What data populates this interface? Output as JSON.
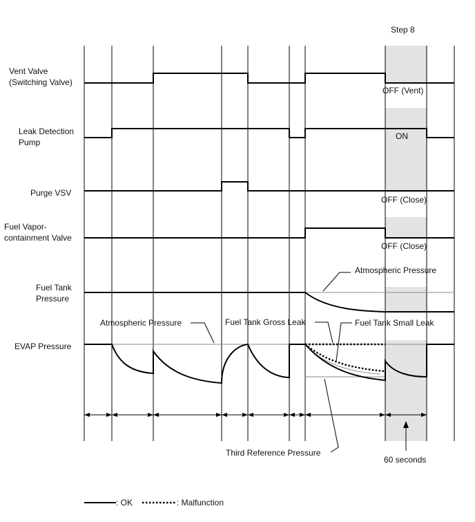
{
  "step_label": "Step 8",
  "signals": {
    "vent_valve": {
      "label_line1": "Vent Valve",
      "label_line2": "(Switching Valve)",
      "state_text": "OFF (Vent)"
    },
    "leak_detection_pump": {
      "label_line1": "Leak Detection",
      "label_line2": "Pump",
      "state_text": "ON"
    },
    "purge_vsv": {
      "label": "Purge VSV",
      "state_text": "OFF (Close)"
    },
    "fuel_vapor_valve": {
      "label_line1": "Fuel Vapor-",
      "label_line2": "containment Valve",
      "state_text": "OFF (Close)"
    },
    "fuel_tank_pressure": {
      "label_line1": "Fuel Tank",
      "label_line2": "Pressure",
      "callout": "Atmospheric Pressure"
    },
    "evap_pressure": {
      "label": "EVAP Pressure",
      "callout_atmospheric": "Atmospheric Pressure",
      "callout_gross_leak": "Fuel Tank Gross Leak",
      "callout_small_leak": "Fuel Tank Small Leak",
      "callout_third_reference": "Third Reference Pressure"
    }
  },
  "timing": {
    "duration_label": "60 seconds"
  },
  "legend": {
    "ok": ": OK",
    "malfunction": ": Malfunction"
  }
}
